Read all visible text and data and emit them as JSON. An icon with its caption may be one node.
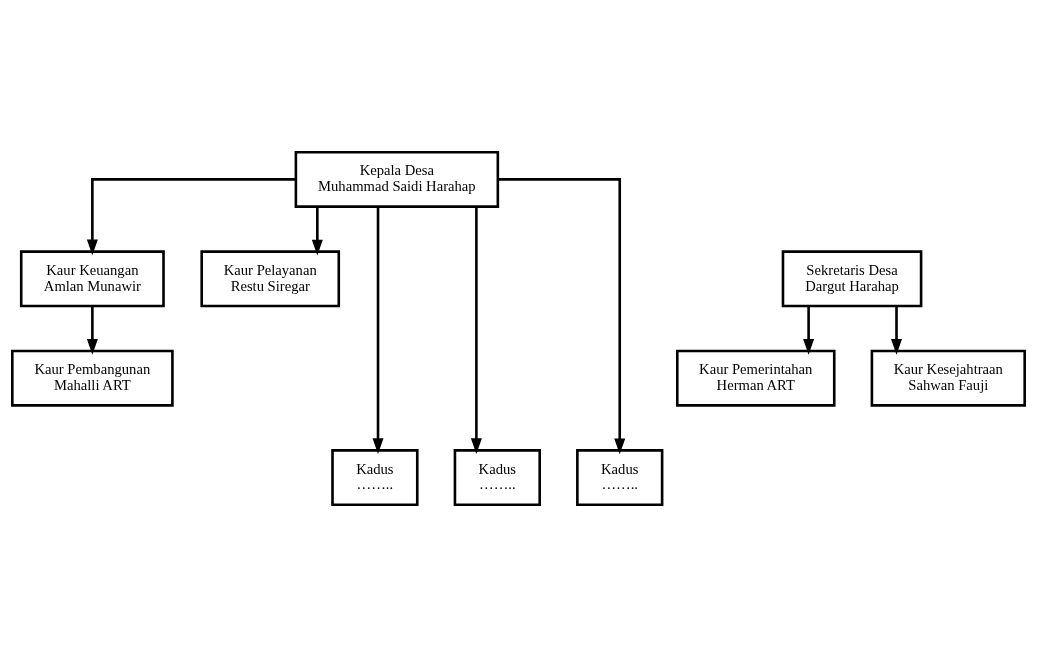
{
  "diagram": {
    "nodes": [
      {
        "text": [
          "Kepala Desa",
          "Muhammad Saidi Harahap"
        ]
      },
      {
        "text": [
          "Sekretaris Desa",
          "Dargut Harahap"
        ]
      },
      {
        "text": [
          "Kaur Keuangan",
          "Amlan Munawir"
        ]
      },
      {
        "text": [
          "Kaur Pelayanan",
          "Restu Siregar"
        ]
      },
      {
        "text": [
          "Kaur Pembangunan",
          "Mahalli ART"
        ]
      },
      {
        "text": [
          "Kaur Pemerintahan",
          "Herman ART"
        ]
      },
      {
        "text": [
          "Kaur Kesejahtraan",
          "Sahwan Fauji"
        ]
      },
      {
        "text": [
          "Kadus",
          "…….."
        ]
      },
      {
        "text": [
          "Kadus",
          "…….."
        ]
      },
      {
        "text": [
          "Kadus",
          "…….."
        ]
      }
    ],
    "edges": [
      {
        "from": 0,
        "to": 2,
        "arrow": "to"
      },
      {
        "from": 0,
        "to": 3,
        "arrow": "to"
      },
      {
        "from": 2,
        "to": 4,
        "arrow": "to"
      },
      {
        "from": 1,
        "to": 5,
        "arrow": "to"
      },
      {
        "from": 1,
        "to": 6,
        "arrow": "to"
      },
      {
        "from": 0,
        "to": 7,
        "arrow": "to"
      },
      {
        "from": 0,
        "to": 8,
        "arrow": "to"
      },
      {
        "from": 0,
        "to": 9,
        "arrow": "to"
      }
    ]
  }
}
